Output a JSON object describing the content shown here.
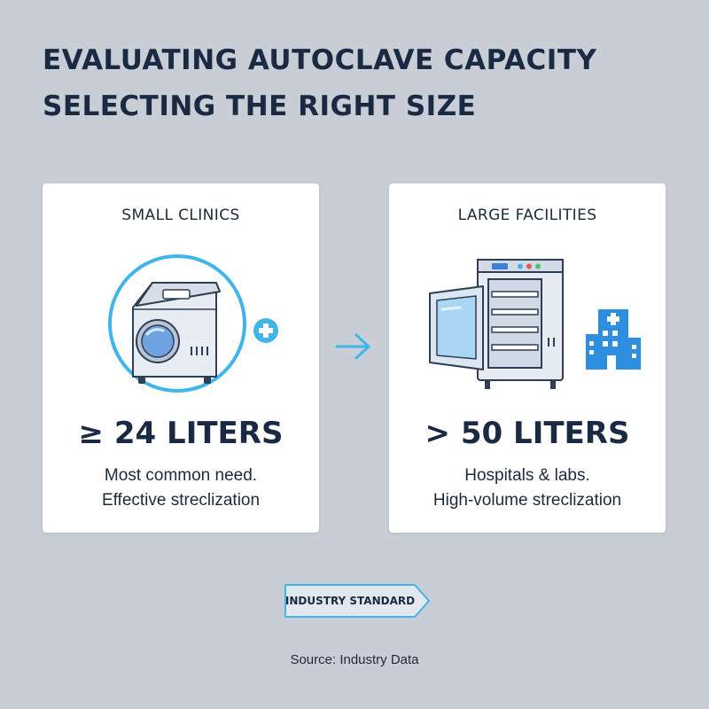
{
  "header": {
    "line1": "EVALUATING AUTOCLAVE CAPACITY",
    "line2": "SELECTING THE RIGHT SIZE"
  },
  "cards": [
    {
      "title": "SMALL CLINICS",
      "capacity": "≥ 24 LITERS",
      "desc_line1": "Most common need.",
      "desc_line2": "Effective streclization",
      "icons": [
        "benchtop-autoclave-icon",
        "medical-cross-icon"
      ]
    },
    {
      "title": "LARGE FACILITIES",
      "capacity": "> 50 LITERS",
      "desc_line1": "Hospitals & labs.",
      "desc_line2": "High-volume streclization",
      "icons": [
        "large-autoclave-icon",
        "hospital-building-icon"
      ]
    }
  ],
  "badge": {
    "label": "INDUSTRY STANDARD"
  },
  "footer": {
    "source": "Source: Industry Data"
  },
  "colors": {
    "background": "#c9ced6",
    "card": "#ffffff",
    "accent": "#3fb5ea",
    "text": "#1a2a42"
  }
}
